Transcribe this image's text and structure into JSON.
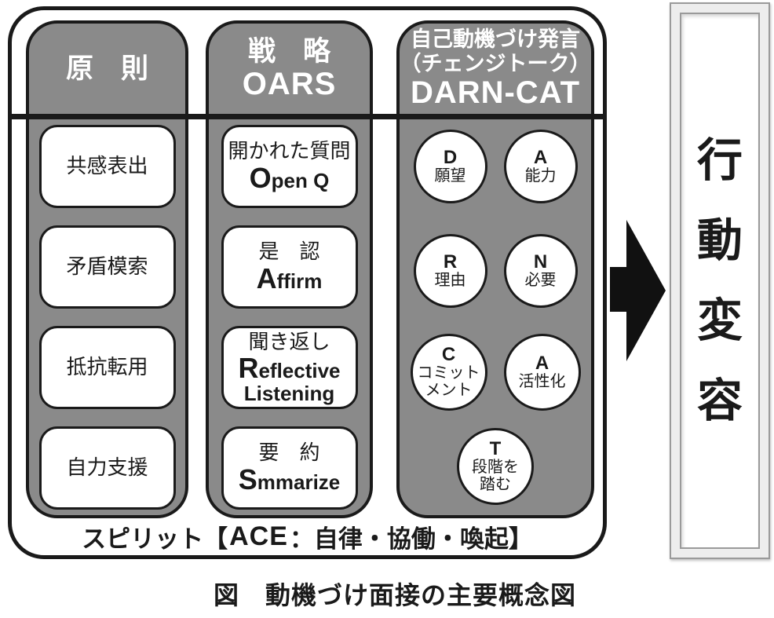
{
  "colors": {
    "column_gray": "#8a8a8a",
    "border_black": "#1a1a1a",
    "box_white": "#ffffff",
    "outcome_frame_fill": "#ededed",
    "outcome_frame_border": "#9a9a9a"
  },
  "panel": {
    "columns": [
      {
        "id": "principles",
        "title_jp": "原　則",
        "items": [
          "共感表出",
          "矛盾模索",
          "抵抗転用",
          "自力支援"
        ]
      },
      {
        "id": "strategy",
        "title_jp": "戦　略",
        "title_en": "OARS",
        "items": [
          {
            "jp": "開かれた質問",
            "en1_initial": "O",
            "en1_rest": "pen Q"
          },
          {
            "jp": "是　認",
            "en1_initial": "A",
            "en1_rest": "ffirm"
          },
          {
            "jp": "聞き返し",
            "en1_initial": "R",
            "en1_rest": "eflective",
            "en2": "Listening"
          },
          {
            "jp": "要　約",
            "en1_initial": "S",
            "en1_rest": "mmarize"
          }
        ]
      },
      {
        "id": "change_talk",
        "title_jp1": "自己動機づけ発言",
        "title_jp2": "（チェンジトーク）",
        "title_en": "DARN-CAT",
        "circles": [
          {
            "letter": "D",
            "label1": "願望"
          },
          {
            "letter": "A",
            "label1": "能力"
          },
          {
            "letter": "R",
            "label1": "理由"
          },
          {
            "letter": "N",
            "label1": "必要"
          },
          {
            "letter": "C",
            "label1": "コミット",
            "label2": "メント"
          },
          {
            "letter": "A",
            "label1": "活性化"
          },
          {
            "letter": "T",
            "label1": "段階を",
            "label2": "踏む"
          }
        ]
      }
    ],
    "spirit": {
      "prefix": "スピリット【",
      "acronym": "ACE",
      "suffix": "：自律・協働・喚起】"
    }
  },
  "outcome": {
    "text_chars": [
      "行",
      "動",
      "変",
      "容"
    ]
  },
  "caption": "図　動機づけ面接の主要概念図"
}
